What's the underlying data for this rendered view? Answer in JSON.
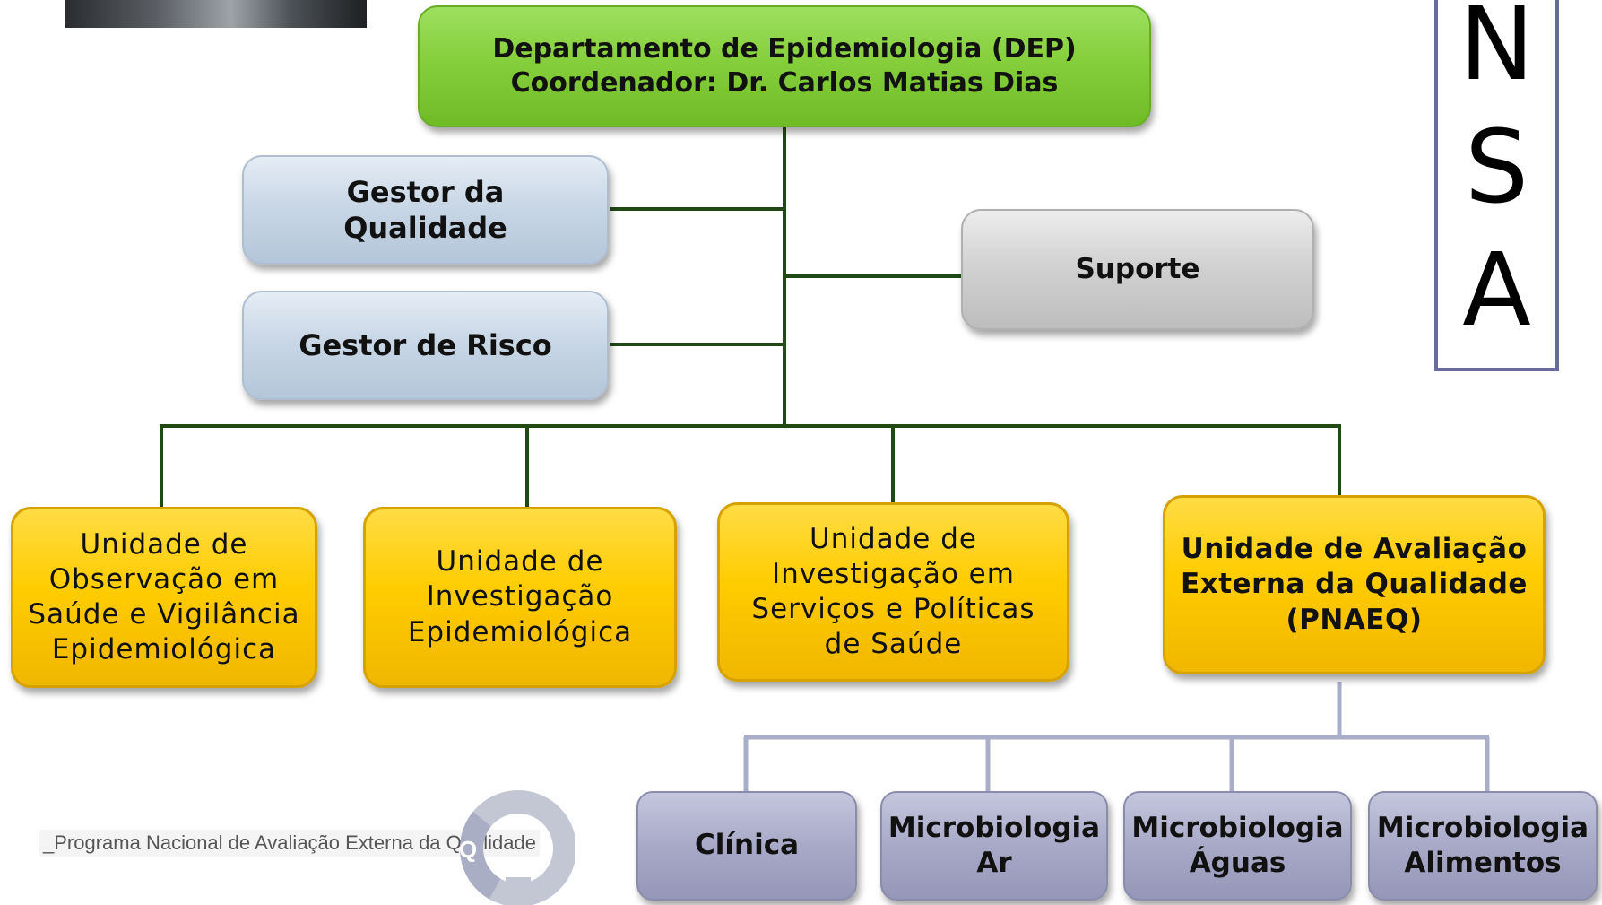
{
  "top_box": {
    "line1": "Departamento de Epidemiologia (DEP)",
    "line2": "Coordenador: Dr. Carlos Matias Dias"
  },
  "staff": {
    "quality_manager": {
      "line1": "Gestor da",
      "line2": "Qualidade"
    },
    "risk_manager": "Gestor de Risco",
    "support": "Suporte"
  },
  "units": [
    {
      "lines": [
        "Unidade de",
        "Observação em",
        "Saúde e Vigilância",
        "Epidemiológica"
      ]
    },
    {
      "lines": [
        "Unidade de",
        "Investigação",
        "Epidemiológica"
      ]
    },
    {
      "lines": [
        "Unidade de",
        "Investigação em",
        "Serviços e Políticas",
        "de Saúde"
      ]
    },
    {
      "lines": [
        "Unidade de Avaliação",
        "Externa da Qualidade",
        "(PNAEQ)"
      ]
    }
  ],
  "sub_units": [
    {
      "lines": [
        "Clínica"
      ]
    },
    {
      "lines": [
        "Microbiologia",
        "Ar"
      ]
    },
    {
      "lines": [
        "Microbiologia",
        "Águas"
      ]
    },
    {
      "lines": [
        "Microbiologia",
        "Alimentos"
      ]
    }
  ],
  "side_letters": [
    "N",
    "S",
    "A"
  ],
  "footer": {
    "program_text": "_Programa Nacional de Avaliação Externa da Qualidade",
    "logo_letter": "Q"
  },
  "colors": {
    "connector_main": "#1f4a14",
    "connector_sub": "#a9aec9",
    "dep_box": "#86cf3c",
    "staff_box": "#c9d7e6",
    "support_box": "#d2d2d2",
    "unit_box": "#ffcc00",
    "sub_unit_box": "#a8a9c7"
  }
}
